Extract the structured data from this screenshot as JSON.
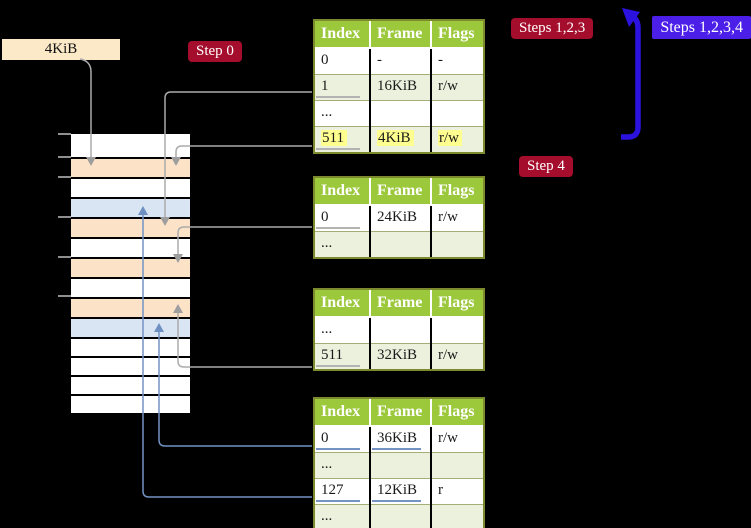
{
  "labels": {
    "page_size": "4KiB",
    "step0": "Step 0",
    "steps123": "Steps 1,2,3",
    "steps1234": "Steps 1,2,3,4",
    "step4": "Step 4"
  },
  "colors": {
    "background": "#000000",
    "frame_peach": "#fce3c8",
    "frame_lightblue": "#d9e5f3",
    "frame_white": "#ffffff",
    "table_header_green": "#9cc83c",
    "table_row_green": "#ebf1dd",
    "table_border_olive": "#7d8b2e",
    "badge_red": "#a50d2d",
    "badge_blue": "#4c1fe8",
    "big_arrow_blue": "#2b12de",
    "connector_grey": "#ababab",
    "connector_blue": "#7293c4",
    "highlight_yellow": "#ffff8f",
    "label_cream": "#fbe9c8"
  },
  "memory_strip": {
    "ticks_y": [
      133,
      156,
      176,
      216,
      256,
      295
    ],
    "rows": [
      "white",
      "peach",
      "white",
      "lightblue",
      "peach",
      "white",
      "peach",
      "white",
      "peach",
      "lightblue",
      "white",
      "white",
      "white",
      "white"
    ]
  },
  "tables": [
    {
      "id": "t1",
      "name": "page-table-level-1",
      "header": [
        "Index",
        "Frame",
        "Flags"
      ],
      "rows": [
        {
          "shaded": false,
          "cells": [
            {
              "text": "0"
            },
            {
              "text": "-"
            },
            {
              "text": "-"
            }
          ]
        },
        {
          "shaded": true,
          "cells": [
            {
              "text": "1",
              "ul": "grey"
            },
            {
              "text": "16KiB"
            },
            {
              "text": "r/w"
            }
          ]
        },
        {
          "shaded": false,
          "cells": [
            {
              "text": "..."
            },
            {
              "text": ""
            },
            {
              "text": ""
            }
          ]
        },
        {
          "shaded": true,
          "cells": [
            {
              "text": "511",
              "hl": true,
              "ul": "grey"
            },
            {
              "text": "4KiB",
              "hl": true
            },
            {
              "text": "r/w",
              "hl": true
            }
          ]
        }
      ]
    },
    {
      "id": "t2",
      "name": "page-table-level-2",
      "header": [
        "Index",
        "Frame",
        "Flags"
      ],
      "rows": [
        {
          "shaded": false,
          "cells": [
            {
              "text": "0",
              "ul": "grey"
            },
            {
              "text": "24KiB"
            },
            {
              "text": "r/w"
            }
          ]
        },
        {
          "shaded": true,
          "cells": [
            {
              "text": "..."
            },
            {
              "text": ""
            },
            {
              "text": ""
            }
          ]
        }
      ]
    },
    {
      "id": "t3",
      "name": "page-table-level-3",
      "header": [
        "Index",
        "Frame",
        "Flags"
      ],
      "rows": [
        {
          "shaded": false,
          "cells": [
            {
              "text": "..."
            },
            {
              "text": ""
            },
            {
              "text": ""
            }
          ]
        },
        {
          "shaded": true,
          "cells": [
            {
              "text": "511",
              "ul": "grey"
            },
            {
              "text": "32KiB"
            },
            {
              "text": "r/w"
            }
          ]
        }
      ]
    },
    {
      "id": "t4",
      "name": "page-table-level-4",
      "header": [
        "Index",
        "Frame",
        "Flags"
      ],
      "rows": [
        {
          "shaded": false,
          "cells": [
            {
              "text": "0",
              "ul": "blue"
            },
            {
              "text": "36KiB",
              "ul": "blue"
            },
            {
              "text": "r/w"
            }
          ]
        },
        {
          "shaded": true,
          "cells": [
            {
              "text": "..."
            },
            {
              "text": ""
            },
            {
              "text": ""
            }
          ]
        },
        {
          "shaded": false,
          "cells": [
            {
              "text": "127",
              "ul": "blue"
            },
            {
              "text": "12KiB",
              "ul": "blue"
            },
            {
              "text": "r"
            }
          ]
        },
        {
          "shaded": true,
          "cells": [
            {
              "text": "..."
            },
            {
              "text": ""
            },
            {
              "text": ""
            }
          ]
        }
      ]
    }
  ]
}
